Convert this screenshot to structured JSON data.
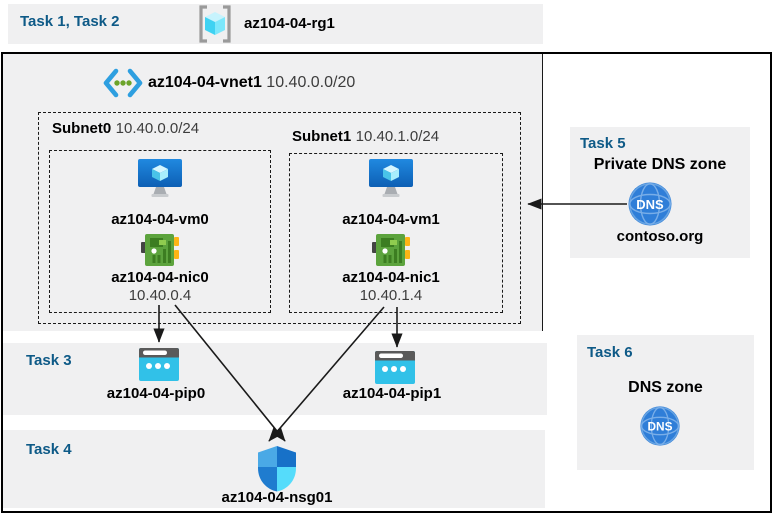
{
  "tasks": {
    "task12": "Task 1, Task 2",
    "task3": "Task 3",
    "task4": "Task 4",
    "task5": "Task 5",
    "task6": "Task 6"
  },
  "resource_group": {
    "name": "az104-04-rg1"
  },
  "vnet": {
    "name": "az104-04-vnet1",
    "cidr": "10.40.0.0/20",
    "subnets": [
      {
        "name": "Subnet0",
        "cidr": "10.40.0.0/24",
        "vm": "az104-04-vm0",
        "nic": "az104-04-nic0",
        "ip": "10.40.0.4"
      },
      {
        "name": "Subnet1",
        "cidr": "10.40.1.0/24",
        "vm": "az104-04-vm1",
        "nic": "az104-04-nic1",
        "ip": "10.40.1.4"
      }
    ]
  },
  "public_ips": [
    "az104-04-pip0",
    "az104-04-pip1"
  ],
  "nsg": {
    "name": "az104-04-nsg01"
  },
  "private_dns": {
    "title": "Private DNS zone",
    "zone": "contoso.org",
    "icon_label": "DNS"
  },
  "dns_zone": {
    "title": "DNS zone",
    "icon_label": "DNS"
  },
  "colors": {
    "task_label": "#0e5a87",
    "band_background": "#f0f0f1",
    "arrow": "#1a1a1a",
    "vm_blue": "#1474c4",
    "nic_green": "#5ca33d",
    "pip_cyan": "#31c1e8",
    "dns_blue": "#2f7ed8",
    "cube_cyan": "#50e6ff"
  }
}
